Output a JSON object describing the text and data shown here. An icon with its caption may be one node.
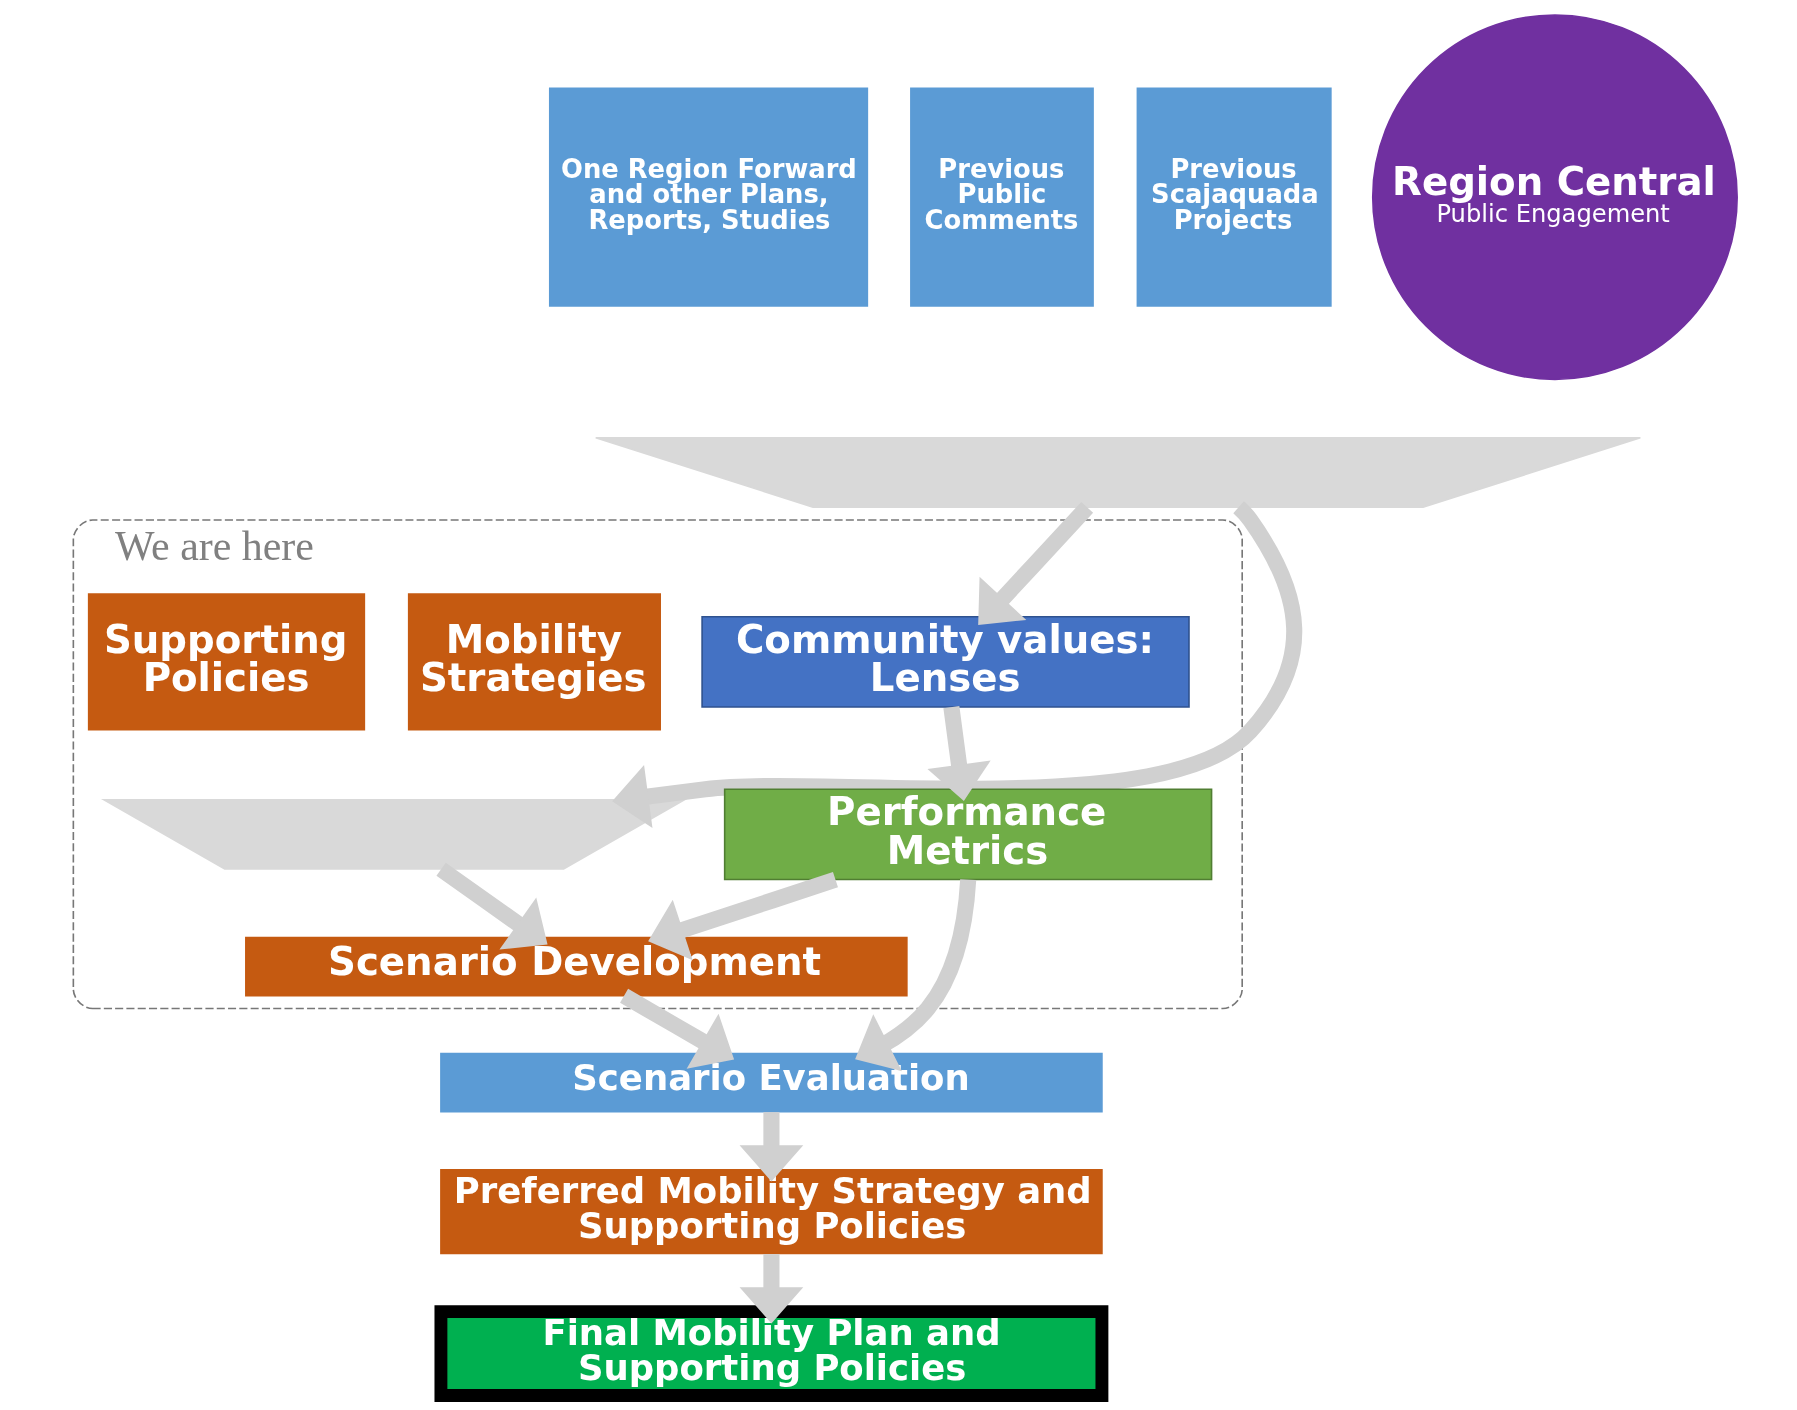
{
  "diagram": {
    "nodes": [
      {
        "text": [],
        "shape": "funnel"
      },
      {
        "text": [
          "One Region Forward and other Plans, Reports, Studies"
        ]
      },
      {
        "text": [
          "Previous Public Comments"
        ]
      },
      {
        "text": [
          "Previous Scajaquada Projects"
        ]
      },
      {
        "text": [
          "Region Central",
          "Public Engagement"
        ]
      },
      {
        "text": [
          "We are here"
        ]
      },
      {
        "text": [
          "Community values: Lenses"
        ],
        "in": 5
      },
      {
        "text": [
          "Performance Metrics"
        ],
        "in": 5
      },
      {
        "text": [],
        "shape": "funnel",
        "in": 5
      },
      {
        "text": [
          "Mobility Strategies"
        ],
        "in": 5
      },
      {
        "text": [
          "Supporting Policies"
        ],
        "in": 5
      },
      {
        "text": [
          "Scenario Development"
        ],
        "in": 5
      },
      {
        "text": [
          "Scenario Evaluation"
        ]
      },
      {
        "text": [
          "Preferred Mobility Strategy and Supporting Policies"
        ]
      },
      {
        "text": [
          "Final Mobility Plan and Supporting Policies"
        ]
      }
    ],
    "edges": [
      {
        "from": 0,
        "to": 6,
        "arrow": "to"
      },
      {
        "from": 0,
        "to": 8,
        "arrow": "to"
      },
      {
        "from": 6,
        "to": 7,
        "arrow": "to"
      },
      {
        "from": 8,
        "to": 11,
        "arrow": "to"
      },
      {
        "from": 7,
        "to": 11,
        "arrow": "to"
      },
      {
        "from": 7,
        "to": 12,
        "arrow": "to"
      },
      {
        "from": 11,
        "to": 12,
        "arrow": "to"
      },
      {
        "from": 12,
        "to": 13,
        "arrow": "to"
      },
      {
        "from": 13,
        "to": 14,
        "arrow": "to"
      }
    ]
  }
}
